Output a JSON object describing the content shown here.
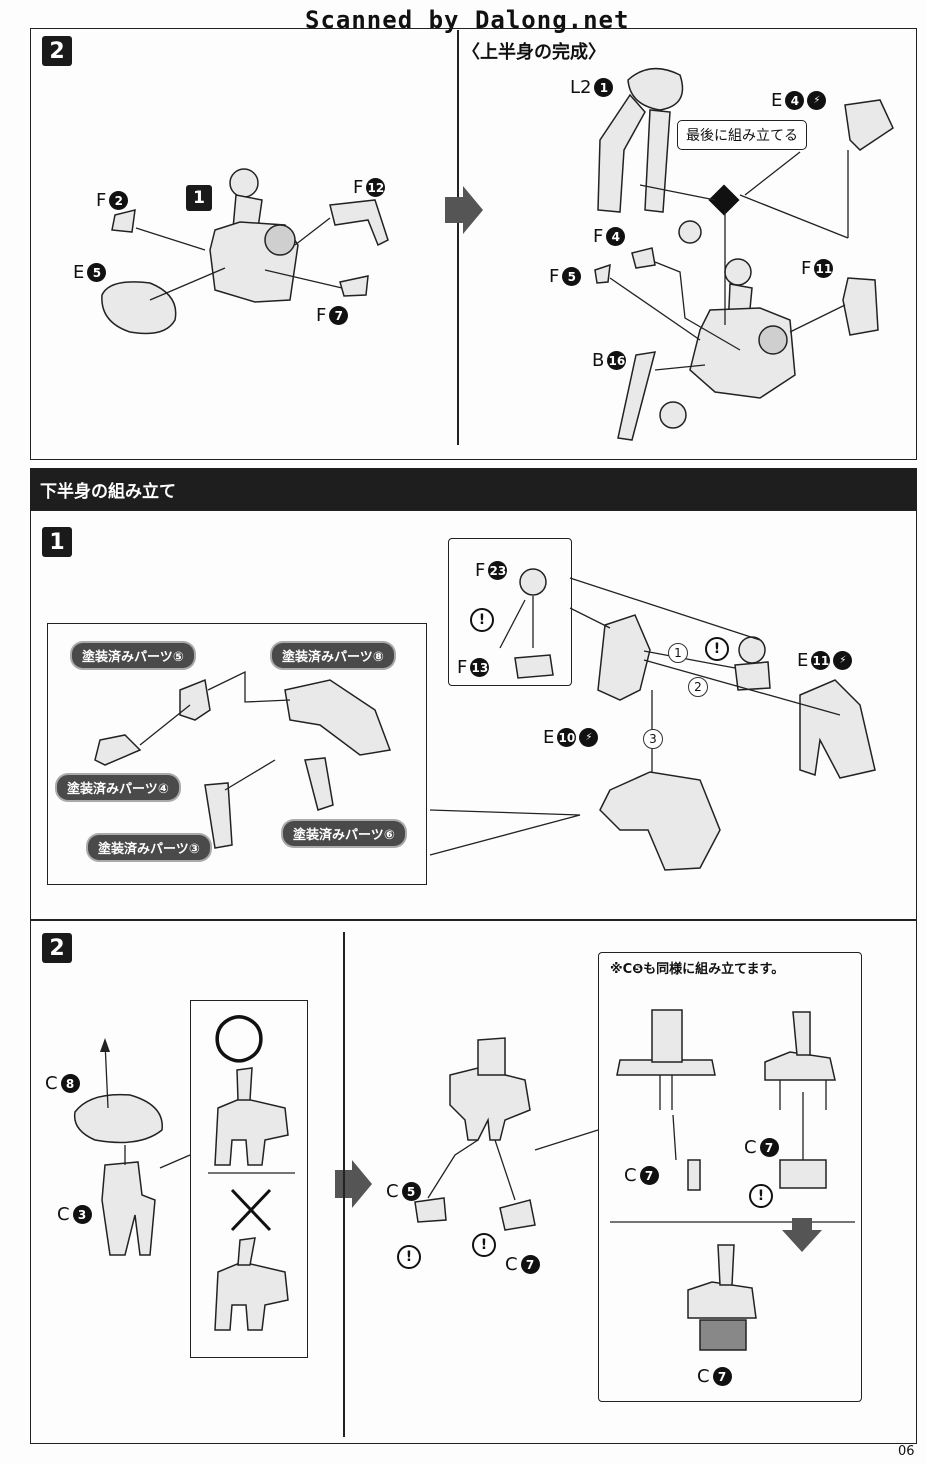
{
  "watermark": "Scanned by Dalong.net",
  "page_number": "06",
  "upper": {
    "step_label": "2",
    "completion_title": "〈上半身の完成〉",
    "left_parts": [
      {
        "letter": "F",
        "num": "2"
      },
      {
        "letter": "E",
        "num": "5"
      },
      {
        "letter": "F",
        "num": "12"
      },
      {
        "letter": "F",
        "num": "7"
      }
    ],
    "sub_badge": "1",
    "right_parts": [
      {
        "letter": "L2",
        "num": "1"
      },
      {
        "letter": "E",
        "num": "4"
      },
      {
        "letter": "F",
        "num": "4"
      },
      {
        "letter": "F",
        "num": "5"
      },
      {
        "letter": "F",
        "num": "11"
      },
      {
        "letter": "B",
        "num": "16"
      }
    ],
    "callout": "最後に組み立てる"
  },
  "lower": {
    "section_title": "下半身の組み立て",
    "step1": {
      "step_label": "1",
      "painted_parts": [
        "塗装済みパーツ⑤",
        "塗装済みパーツ⑧",
        "塗装済みパーツ④",
        "塗装済みパーツ③",
        "塗装済みパーツ⑥"
      ],
      "inset_parts": [
        {
          "letter": "F",
          "num": "23"
        },
        {
          "letter": "F",
          "num": "13"
        }
      ],
      "parts": [
        {
          "letter": "E",
          "num": "11"
        },
        {
          "letter": "E",
          "num": "10"
        }
      ],
      "order": [
        "1",
        "2",
        "3"
      ]
    },
    "step2": {
      "step_label": "2",
      "parts_left": [
        {
          "letter": "C",
          "num": "8"
        },
        {
          "letter": "C",
          "num": "3"
        }
      ],
      "correct_mark": "○",
      "wrong_mark": "×",
      "parts_mid": [
        {
          "letter": "C",
          "num": "5"
        },
        {
          "letter": "C",
          "num": "7"
        }
      ],
      "note": "※C❺も同様に組み立てます。",
      "parts_right": [
        {
          "letter": "C",
          "num": "7"
        },
        {
          "letter": "C",
          "num": "7"
        },
        {
          "letter": "C",
          "num": "7"
        }
      ]
    }
  }
}
